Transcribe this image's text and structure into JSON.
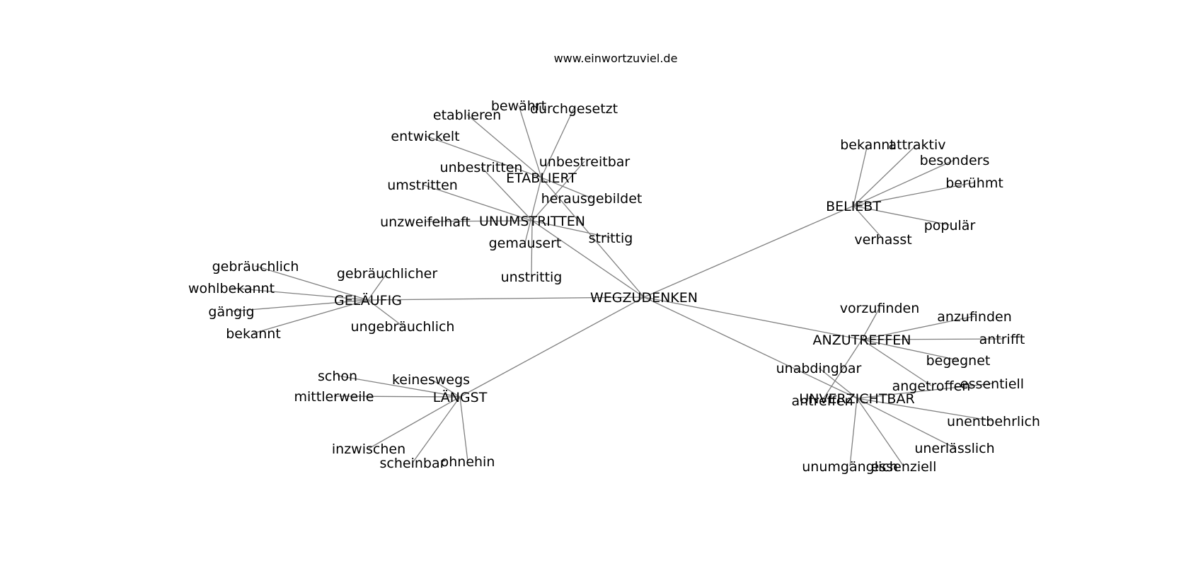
{
  "caption": "www.einwortzuviel.de",
  "edge_color": "#808080",
  "nodes": {
    "wegzudenken": "WEGZUDENKEN",
    "unumstritten": "UNUMSTRITTEN",
    "etabliert": "ETABLIERT",
    "gelaeufig": "GELÄUFIG",
    "laengst": "LÄNGST",
    "beliebt": "BELIEBT",
    "anzutreffen": "ANZUTREFFEN",
    "unverzichtbar": "UNVERZICHTBAR",
    "bewaehrt": "bewährt",
    "durchgesetzt": "durchgesetzt",
    "etablieren": "etablieren",
    "entwickelt": "entwickelt",
    "unbestritten": "unbestritten",
    "unbestreitbar": "unbestreitbar",
    "umstritten": "umstritten",
    "herausgebildet": "herausgebildet",
    "unzweifelhaft": "unzweifelhaft",
    "strittig": "strittig",
    "gemausert": "gemausert",
    "unstrittig": "unstrittig",
    "gebraeuchlich": "gebräuchlich",
    "gebraeuchlicher": "gebräuchlicher",
    "wohlbekannt": "wohlbekannt",
    "gaengig": "gängig",
    "bekannt_g": "bekannt",
    "ungebraeuchlich": "ungebräuchlich",
    "schon": "schon",
    "keineswegs": "keineswegs",
    "mittlerweile": "mittlerweile",
    "inzwischen": "inzwischen",
    "scheinbar": "scheinbar",
    "ohnehin": "ohnehin",
    "bekannt_b": "bekannt",
    "attraktiv": "attraktiv",
    "besonders": "besonders",
    "beruehmt": "berühmt",
    "populaer": "populär",
    "verhasst": "verhasst",
    "vorzufinden": "vorzufinden",
    "anzufinden": "anzufinden",
    "antrifft": "antrifft",
    "begegnet": "begegnet",
    "angetroffen": "angetroffen",
    "antreffen": "antreffen",
    "unabdingbar": "unabdingbar",
    "essentiell": "essentiell",
    "unentbehrlich": "unentbehrlich",
    "unerlaesslich": "unerlässlich",
    "unumgaenglich": "unumgänglich",
    "essenziell": "essenziell"
  },
  "edges": [
    [
      "wegzudenken",
      "unumstritten"
    ],
    [
      "wegzudenken",
      "etabliert"
    ],
    [
      "wegzudenken",
      "gelaeufig"
    ],
    [
      "wegzudenken",
      "laengst"
    ],
    [
      "wegzudenken",
      "beliebt"
    ],
    [
      "wegzudenken",
      "anzutreffen"
    ],
    [
      "wegzudenken",
      "unverzichtbar"
    ],
    [
      "etabliert",
      "bewaehrt"
    ],
    [
      "etabliert",
      "durchgesetzt"
    ],
    [
      "etabliert",
      "etablieren"
    ],
    [
      "etabliert",
      "entwickelt"
    ],
    [
      "etabliert",
      "herausgebildet"
    ],
    [
      "etabliert",
      "gemausert"
    ],
    [
      "unumstritten",
      "unbestritten"
    ],
    [
      "unumstritten",
      "unbestreitbar"
    ],
    [
      "unumstritten",
      "umstritten"
    ],
    [
      "unumstritten",
      "unzweifelhaft"
    ],
    [
      "unumstritten",
      "strittig"
    ],
    [
      "unumstritten",
      "unstrittig"
    ],
    [
      "gelaeufig",
      "gebraeuchlich"
    ],
    [
      "gelaeufig",
      "gebraeuchlicher"
    ],
    [
      "gelaeufig",
      "wohlbekannt"
    ],
    [
      "gelaeufig",
      "gaengig"
    ],
    [
      "gelaeufig",
      "bekannt_g"
    ],
    [
      "gelaeufig",
      "ungebraeuchlich"
    ],
    [
      "laengst",
      "schon"
    ],
    [
      "laengst",
      "keineswegs"
    ],
    [
      "laengst",
      "mittlerweile"
    ],
    [
      "laengst",
      "inzwischen"
    ],
    [
      "laengst",
      "scheinbar"
    ],
    [
      "laengst",
      "ohnehin"
    ],
    [
      "beliebt",
      "bekannt_b"
    ],
    [
      "beliebt",
      "attraktiv"
    ],
    [
      "beliebt",
      "besonders"
    ],
    [
      "beliebt",
      "beruehmt"
    ],
    [
      "beliebt",
      "populaer"
    ],
    [
      "beliebt",
      "verhasst"
    ],
    [
      "anzutreffen",
      "vorzufinden"
    ],
    [
      "anzutreffen",
      "anzufinden"
    ],
    [
      "anzutreffen",
      "antrifft"
    ],
    [
      "anzutreffen",
      "begegnet"
    ],
    [
      "anzutreffen",
      "angetroffen"
    ],
    [
      "anzutreffen",
      "antreffen"
    ],
    [
      "unverzichtbar",
      "unabdingbar"
    ],
    [
      "unverzichtbar",
      "essentiell"
    ],
    [
      "unverzichtbar",
      "unentbehrlich"
    ],
    [
      "unverzichtbar",
      "unerlaesslich"
    ],
    [
      "unverzichtbar",
      "unumgaenglich"
    ],
    [
      "unverzichtbar",
      "essenziell"
    ]
  ]
}
